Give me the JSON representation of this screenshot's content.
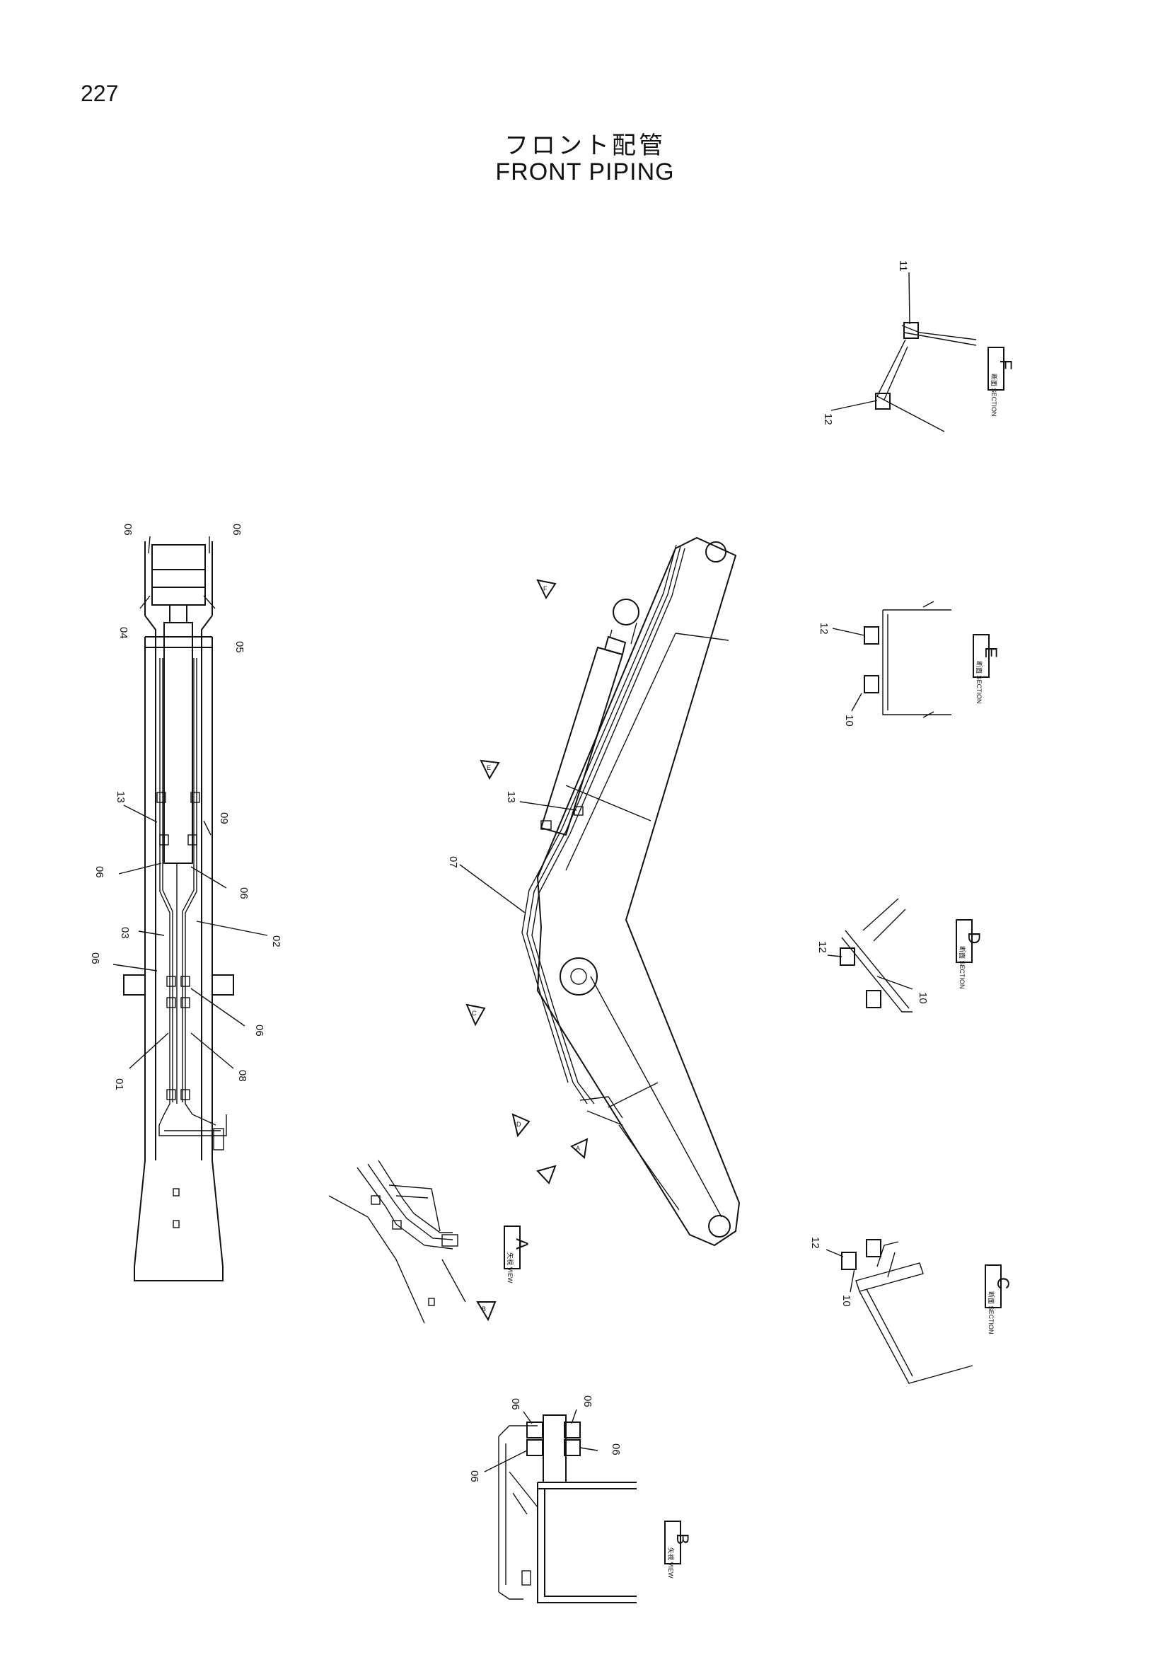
{
  "page": {
    "number": "227"
  },
  "title": {
    "ja": "フロント配管",
    "en": "FRONT PIPING"
  },
  "views": {
    "F": {
      "letter": "F",
      "tag": "断面 SECTION"
    },
    "E": {
      "letter": "E",
      "tag": "断面 SECTION"
    },
    "D": {
      "letter": "D",
      "tag": "断面 SECTION"
    },
    "C": {
      "letter": "C",
      "tag": "断面 SECTION"
    },
    "A": {
      "letter": "A",
      "tag": "矢視 VIEW"
    },
    "B": {
      "letter": "B",
      "tag": "矢視 VIEW"
    }
  },
  "arrows": [
    "F",
    "E",
    "D",
    "C",
    "A",
    "B"
  ],
  "callouts": {
    "plan": [
      "06",
      "06",
      "04",
      "05",
      "13",
      "09",
      "06",
      "06",
      "03",
      "02",
      "06",
      "06",
      "01",
      "08"
    ],
    "side": [
      "13",
      "07"
    ],
    "secF": [
      "11",
      "12"
    ],
    "secE": [
      "12",
      "10"
    ],
    "secD": [
      "12",
      "10"
    ],
    "secC": [
      "12",
      "10"
    ],
    "viewB": [
      "06",
      "06",
      "06",
      "06"
    ]
  },
  "colors": {
    "ink": "#111111",
    "paper": "#ffffff"
  }
}
